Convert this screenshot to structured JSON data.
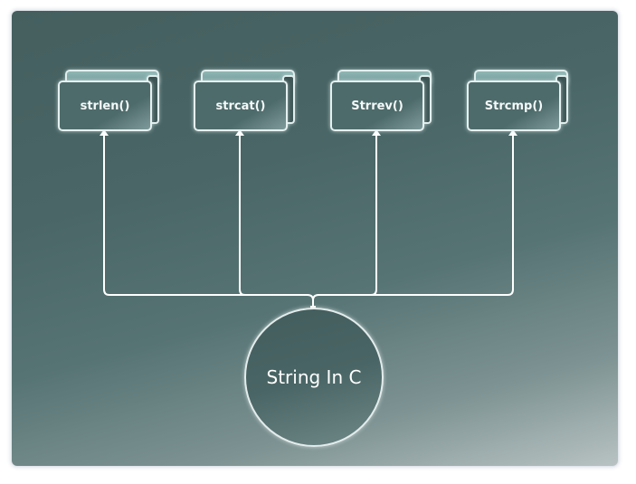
{
  "diagram": {
    "center": {
      "label": "String In C"
    },
    "nodes": [
      {
        "label": "strlen()"
      },
      {
        "label": "strcat()"
      },
      {
        "label": "Strrev()"
      },
      {
        "label": "Strcmp()"
      }
    ]
  },
  "colors": {
    "background_top": "#455f5f",
    "background_bottom": "#b8c2c2",
    "line": "#ffffff",
    "text": "#ffffff"
  }
}
